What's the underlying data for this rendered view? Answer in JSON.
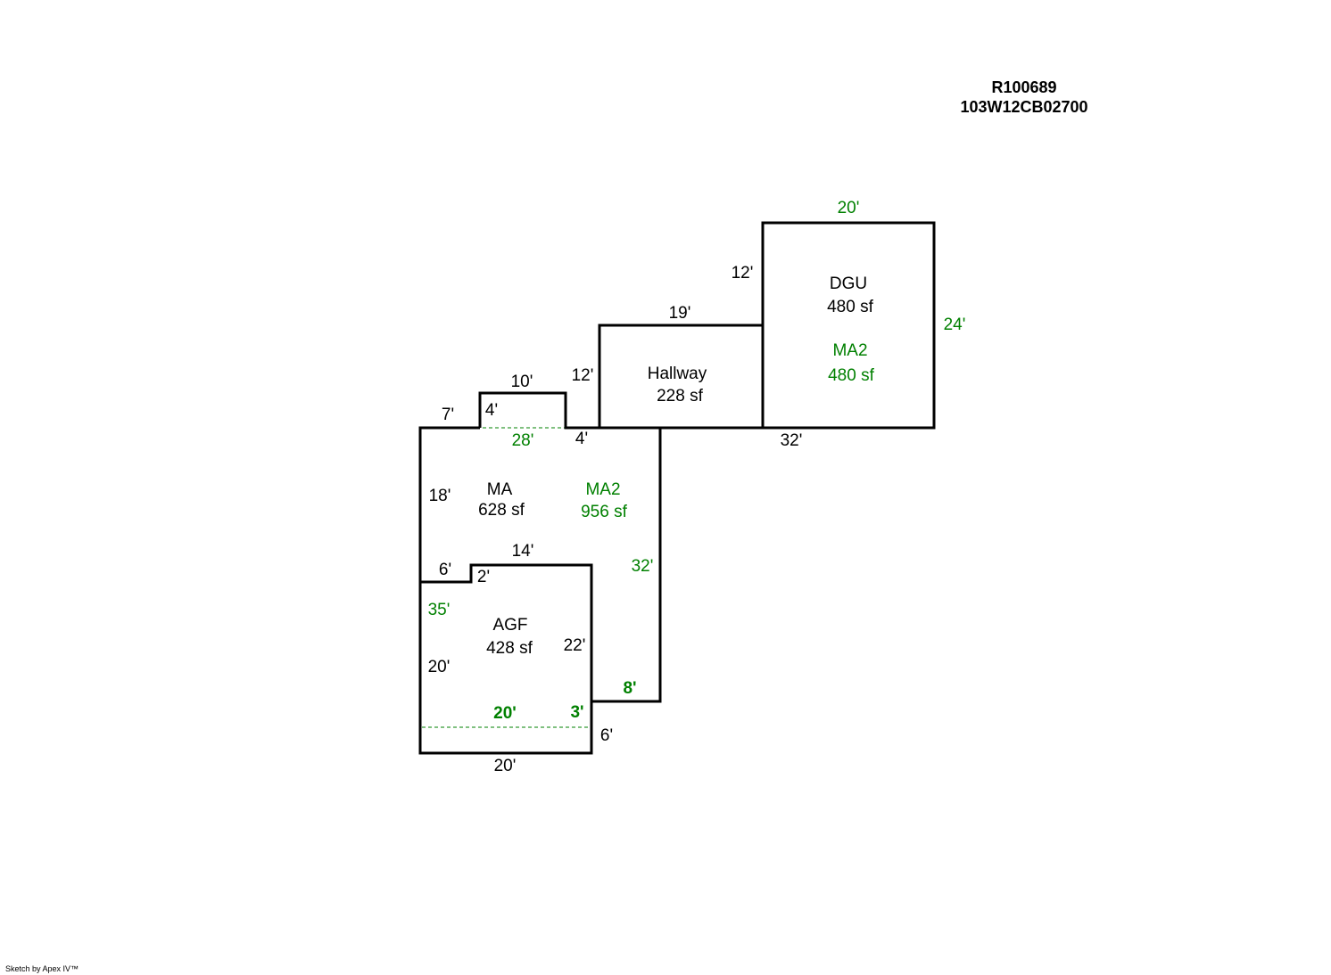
{
  "header": {
    "line1": "R100689",
    "line2": "103W12CB02700"
  },
  "credit": "Sketch by Apex IV™",
  "colors": {
    "outline": "#000000",
    "secondary": "#008000"
  },
  "areas": {
    "dgu": {
      "name": "DGU",
      "size": "480 sf"
    },
    "dgu_ma2": {
      "name": "MA2",
      "size": "480 sf"
    },
    "hallway": {
      "name": "Hallway",
      "size": "228 sf"
    },
    "ma": {
      "name": "MA",
      "size": "628 sf"
    },
    "ma2": {
      "name": "MA2",
      "size": "956 sf"
    },
    "agf": {
      "name": "AGF",
      "size": "428 sf"
    }
  },
  "dims": {
    "dgu_top": "20'",
    "dgu_left": "12'",
    "dgu_right": "24'",
    "dgu_bottom": "32'",
    "hall_top": "19'",
    "hall_left": "12'",
    "bump_top": "10'",
    "bump_left": "4'",
    "ma_top_left": "7'",
    "bump_right": "4'",
    "ma2_top": "28'",
    "ma_left": "18'",
    "ma2_right": "32'",
    "agf_top": "14'",
    "agf_step_top": "6'",
    "agf_step_side": "2'",
    "ma2_left": "35'",
    "agf_left": "20'",
    "agf_right": "22'",
    "ma2_step": "8'",
    "ma2_bottom": "20'",
    "ma2_small": "3'",
    "agf_side": "6'",
    "agf_bottom": "20'"
  }
}
